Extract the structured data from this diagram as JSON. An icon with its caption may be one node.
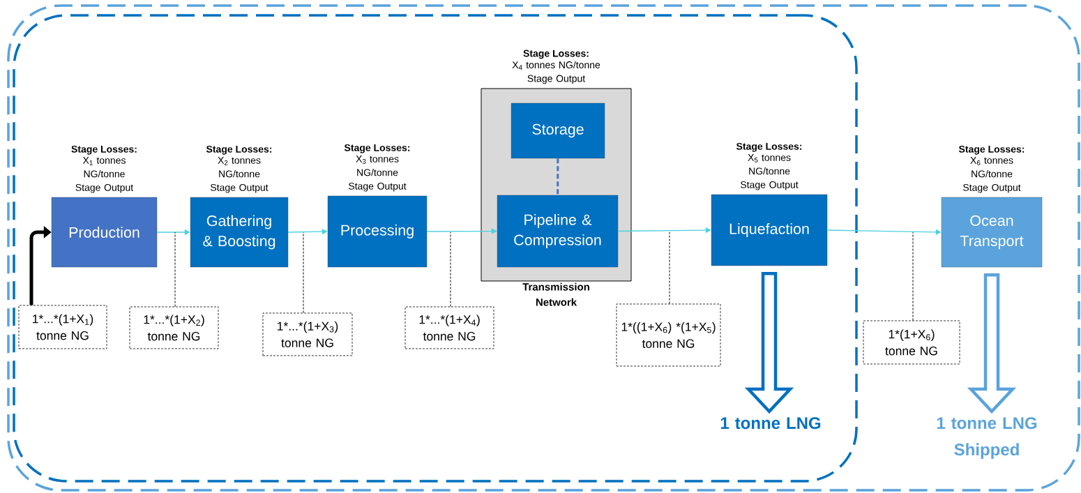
{
  "diagram": {
    "nodes": [
      {
        "text": [],
        "shape": "box"
      },
      {
        "text": [],
        "shape": "box",
        "in": 0
      },
      {
        "text": [
          "Production"
        ],
        "in": 1,
        "beside": [
          "Stage Losses:",
          "X$_{1}$ tonnes NG/tonne Stage Output"
        ]
      },
      {
        "text": [
          "Gathering & Boosting"
        ],
        "in": 1,
        "beside": [
          "Stage Losses:",
          "X$_{2}$ tonnes NG/tonne Stage Output"
        ]
      },
      {
        "text": [
          "Processing"
        ],
        "in": 1,
        "beside": [
          "Stage Losses:",
          "X$_{3}$ tonnes NG/tonne Stage Output"
        ]
      },
      {
        "text": [
          "Transmission Network"
        ],
        "in": 1,
        "beside": [
          "Stage Losses:",
          "X$_{4}$ tonnes NG/tonne Stage Output"
        ]
      },
      {
        "text": [
          "Storage"
        ],
        "in": 5
      },
      {
        "text": [
          "Pipeline & Compression"
        ],
        "in": 5
      },
      {
        "text": [
          "Liquefaction"
        ],
        "in": 1,
        "beside": [
          "Stage Losses:",
          "X$_{5}$ tonnes NG/tonne Stage Output"
        ]
      },
      {
        "text": [
          "Ocean Transport"
        ],
        "in": 0,
        "beside": [
          "Stage Losses:",
          "X$_{6}$ tonnes NG/tonne Stage Output"
        ]
      },
      {
        "text": [
          "1*...*(1+X$_{1}$) tonne NG"
        ],
        "in": 1
      },
      {
        "text": [
          "1*...*(1+X$_{2}$) tonne NG"
        ],
        "in": 1
      },
      {
        "text": [
          "1*...*(1+X$_{3}$) tonne NG"
        ],
        "in": 1
      },
      {
        "text": [
          "1*...*(1+X$_{4}$) tonne NG"
        ],
        "in": 1
      },
      {
        "text": [
          "1*((1+X$_{6}$) *(1+X$_{5}$) tonne NG"
        ],
        "in": 1
      },
      {
        "text": [
          "1*(1+X$_{6}$) tonne NG"
        ],
        "in": 0
      },
      {
        "text": [
          "1 tonne LNG"
        ],
        "in": 1
      },
      {
        "text": [
          "1 tonne LNG Shipped"
        ],
        "in": 0
      }
    ],
    "edges": [
      {
        "from": 10,
        "to": 2,
        "arrow": "to",
        "style": "thick"
      },
      {
        "from": 2,
        "to": 3,
        "arrow": "to",
        "color": "#4dd0e1"
      },
      {
        "from": 3,
        "to": 4,
        "arrow": "to",
        "color": "#4dd0e1"
      },
      {
        "from": 4,
        "to": 7,
        "arrow": "to",
        "color": "#4dd0e1"
      },
      {
        "from": 7,
        "to": 8,
        "arrow": "to",
        "color": "#4dd0e1"
      },
      {
        "from": 8,
        "to": 9,
        "arrow": "to",
        "color": "#4dd0e1"
      },
      {
        "from": 6,
        "to": 7,
        "arrow": "none",
        "style": "dashed",
        "color": "#4472c4"
      },
      {
        "from": 11,
        "to": null,
        "arrow": "none",
        "style": "dashed"
      },
      {
        "from": 12,
        "to": null,
        "arrow": "none",
        "style": "dashed"
      },
      {
        "from": 13,
        "to": null,
        "arrow": "none",
        "style": "dashed"
      },
      {
        "from": 14,
        "to": null,
        "arrow": "none",
        "style": "dashed"
      },
      {
        "from": 15,
        "to": null,
        "arrow": "none",
        "style": "dashed"
      },
      {
        "from": 8,
        "to": 16,
        "arrow": "to",
        "style": "thick",
        "color": "#0070c0"
      },
      {
        "from": 9,
        "to": 17,
        "arrow": "to",
        "style": "thick",
        "color": "#5ba3dc"
      }
    ]
  }
}
